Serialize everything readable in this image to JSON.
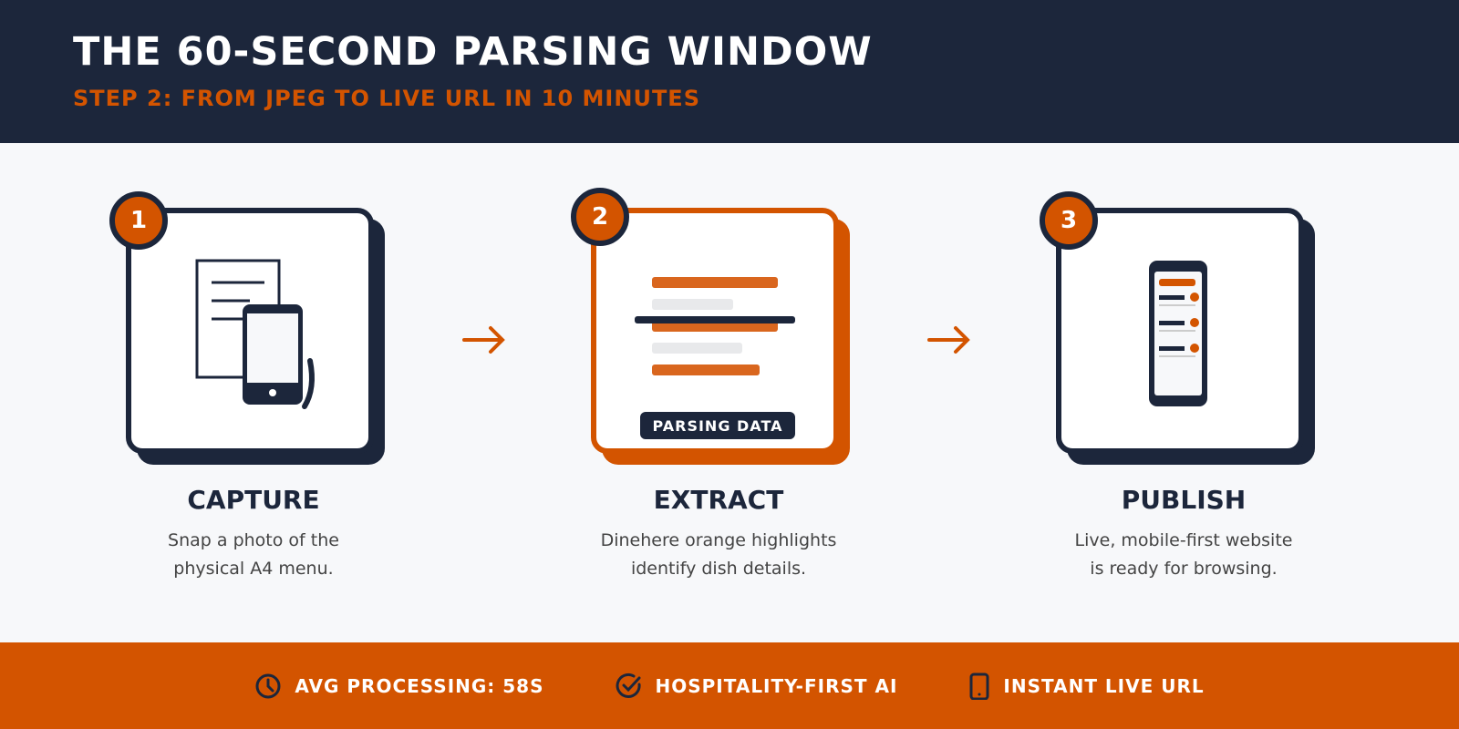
{
  "header": {
    "title": "THE 60-SECOND PARSING WINDOW",
    "subtitle": "STEP 2: FROM JPEG TO LIVE URL IN 10 MINUTES"
  },
  "steps": [
    {
      "number": "1",
      "title": "CAPTURE",
      "desc_line1": "Snap a photo of the",
      "desc_line2": "physical A4 menu.",
      "icon": "menu-and-phone-icon"
    },
    {
      "number": "2",
      "title": "EXTRACT",
      "desc_line1": "Dinehere orange highlights",
      "desc_line2": "identify dish details.",
      "icon": "scan-lines-icon",
      "badge": "PARSING DATA"
    },
    {
      "number": "3",
      "title": "PUBLISH",
      "desc_line1": "Live, mobile-first website",
      "desc_line2": "is ready for browsing.",
      "icon": "mobile-site-icon"
    }
  ],
  "footer": {
    "items": [
      {
        "label": "AVG PROCESSING: 58S",
        "icon": "clock-icon"
      },
      {
        "label": "HOSPITALITY-FIRST AI",
        "icon": "check-circle-icon"
      },
      {
        "label": "INSTANT LIVE URL",
        "icon": "phone-icon"
      }
    ]
  },
  "colors": {
    "navy": "#1c263b",
    "orange": "#d35400",
    "background": "#f7f8fa"
  }
}
